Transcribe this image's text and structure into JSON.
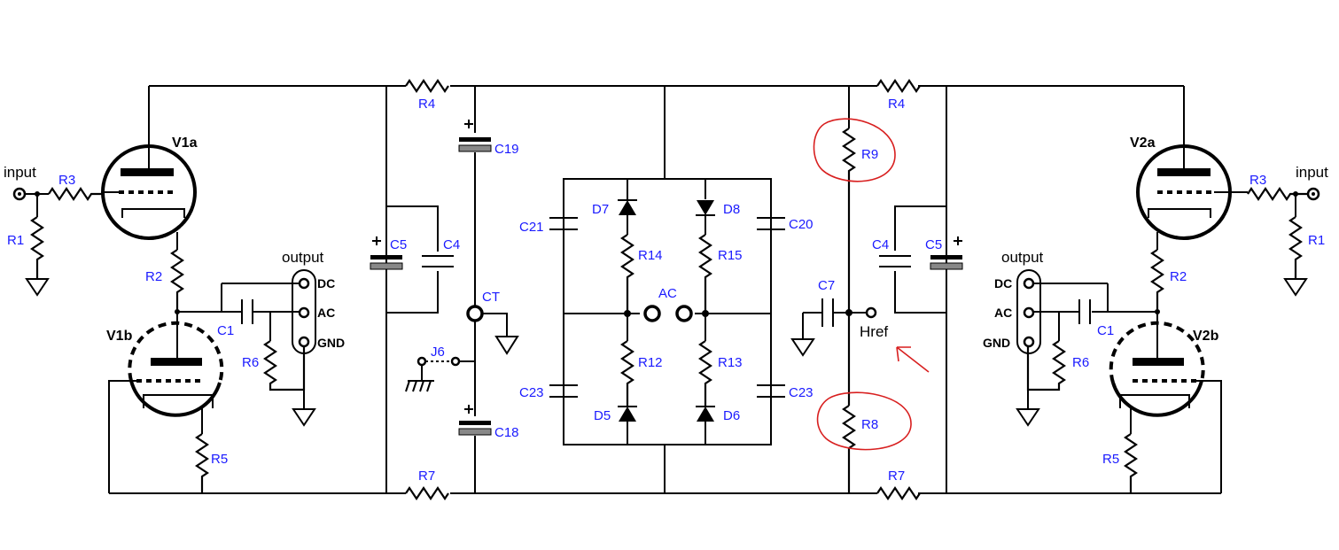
{
  "labels": {
    "v1a": "V1a",
    "v1b": "V1b",
    "v2a": "V2a",
    "v2b": "V2b",
    "input": "input",
    "output": "output",
    "dc": "DC",
    "ac": "AC",
    "gnd": "GND",
    "r1": "R1",
    "r2": "R2",
    "r3": "R3",
    "r4": "R4",
    "r5": "R5",
    "r6": "R6",
    "r7": "R7",
    "r8": "R8",
    "r9": "R9",
    "r12": "R12",
    "r13": "R13",
    "r14": "R14",
    "r15": "R15",
    "c1": "C1",
    "c4": "C4",
    "c5": "C5",
    "c7": "C7",
    "c18": "C18",
    "c19": "C19",
    "c20": "C20",
    "c21": "C21",
    "c23": "C23",
    "d5": "D5",
    "d6": "D6",
    "d7": "D7",
    "d8": "D8",
    "ct": "CT",
    "j6": "J6",
    "ac_center": "AC",
    "href": "Href"
  },
  "colors": {
    "wire": "#000000",
    "ref_label": "#1a1aff",
    "annotation": "#d81f1f"
  }
}
